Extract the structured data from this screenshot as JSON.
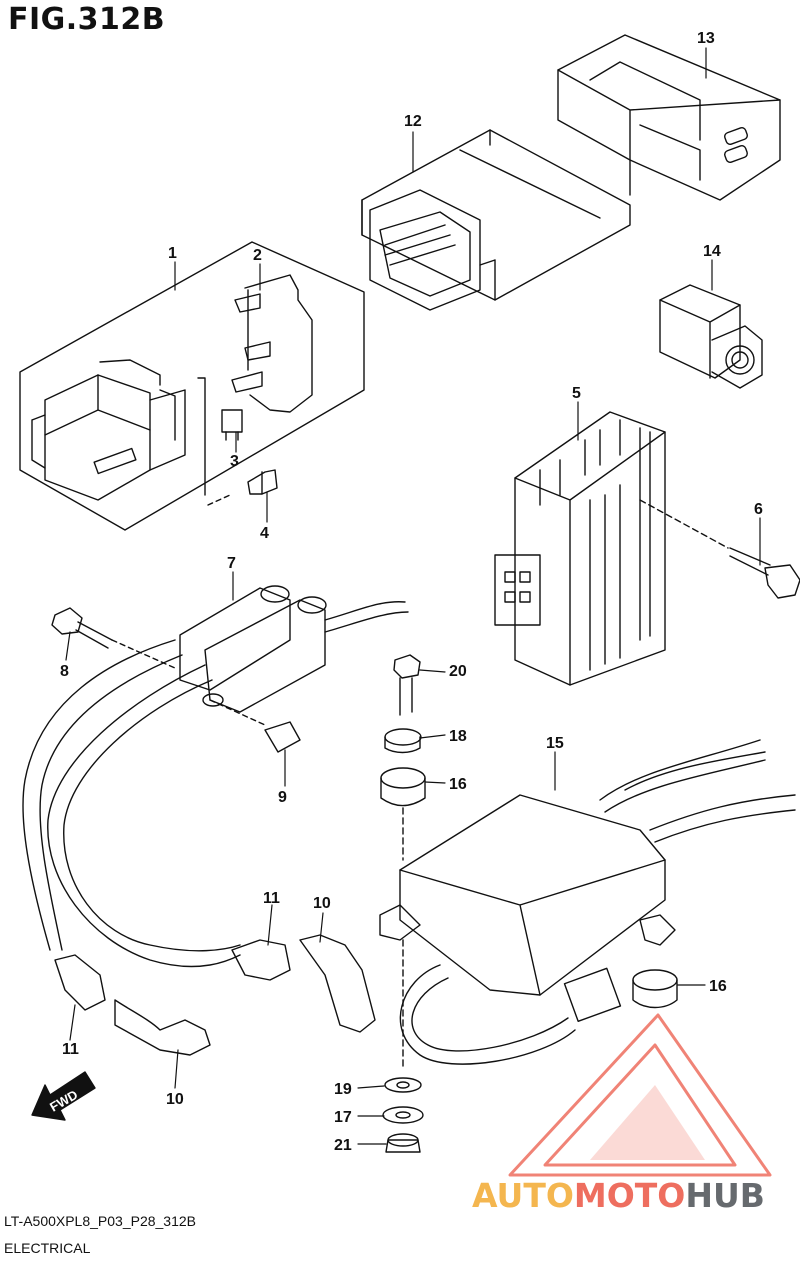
{
  "header": {
    "figure_title": "FIG.312B"
  },
  "footer": {
    "model_code": "LT-A500XPL8_P03_P28_312B",
    "category": "ELECTRICAL"
  },
  "direction_arrow": {
    "label": "FWD"
  },
  "watermark": {
    "part1": "AUTO",
    "part2": "MOTO",
    "part3": "HUB",
    "colors": {
      "auto": "#f4b64f",
      "moto": "#ee6e5f",
      "hub": "#666a6e",
      "triangle": "#ee6e5f"
    }
  },
  "callouts": [
    {
      "id": "1",
      "label": "1"
    },
    {
      "id": "2",
      "label": "2"
    },
    {
      "id": "3",
      "label": "3"
    },
    {
      "id": "4",
      "label": "4"
    },
    {
      "id": "5",
      "label": "5"
    },
    {
      "id": "6",
      "label": "6"
    },
    {
      "id": "7",
      "label": "7"
    },
    {
      "id": "8",
      "label": "8"
    },
    {
      "id": "9",
      "label": "9"
    },
    {
      "id": "10a",
      "label": "10"
    },
    {
      "id": "10b",
      "label": "10"
    },
    {
      "id": "11a",
      "label": "11"
    },
    {
      "id": "11b",
      "label": "11"
    },
    {
      "id": "12",
      "label": "12"
    },
    {
      "id": "13",
      "label": "13"
    },
    {
      "id": "14",
      "label": "14"
    },
    {
      "id": "15",
      "label": "15"
    },
    {
      "id": "16a",
      "label": "16"
    },
    {
      "id": "16b",
      "label": "16"
    },
    {
      "id": "17",
      "label": "17"
    },
    {
      "id": "18",
      "label": "18"
    },
    {
      "id": "19",
      "label": "19"
    },
    {
      "id": "20",
      "label": "20"
    },
    {
      "id": "21",
      "label": "21"
    }
  ]
}
